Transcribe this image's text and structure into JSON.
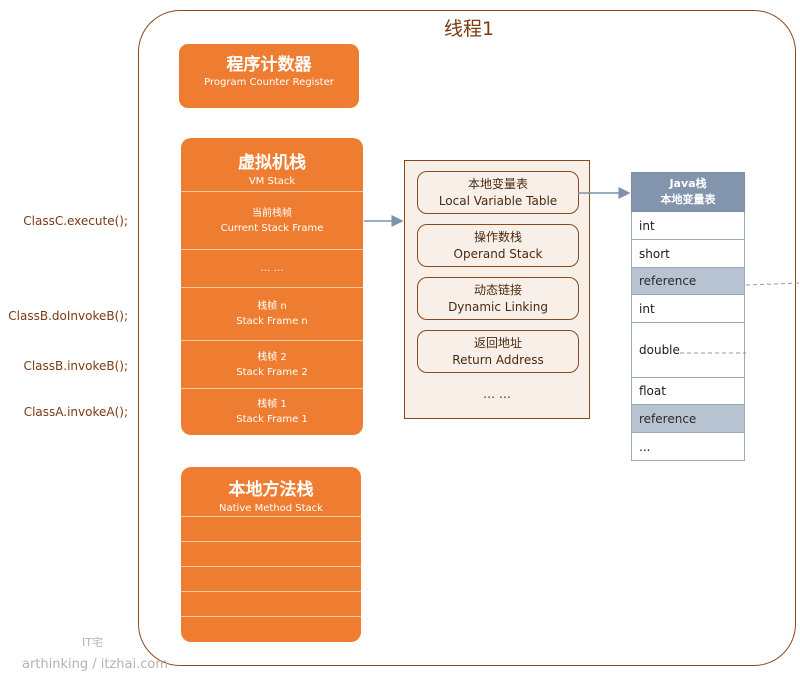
{
  "thread_title": "线程1",
  "pc_register": {
    "cn": "程序计数器",
    "en": "Program Counter Register"
  },
  "vm_stack": {
    "cn": "虚拟机栈",
    "en": "VM Stack",
    "frames": [
      {
        "cn": "当前栈帧",
        "en": "Current Stack Frame"
      },
      {
        "cn": "… …",
        "en": ""
      },
      {
        "cn": "栈帧 n",
        "en": "Stack Frame n"
      },
      {
        "cn": "栈帧 2",
        "en": "Stack Frame 2"
      },
      {
        "cn": "栈帧 1",
        "en": "Stack Frame 1"
      }
    ]
  },
  "native_stack": {
    "cn": "本地方法栈",
    "en": "Native Method Stack"
  },
  "frame_detail": {
    "items": [
      {
        "cn": "本地变量表",
        "en": "Local Variable Table"
      },
      {
        "cn": "操作数栈",
        "en": "Operand Stack"
      },
      {
        "cn": "动态链接",
        "en": "Dynamic Linking"
      },
      {
        "cn": "返回地址",
        "en": "Return Address"
      }
    ],
    "ellipsis": "… …"
  },
  "local_var_table": {
    "title_line1": "Java栈",
    "title_line2": "本地变量表",
    "slots": [
      "int",
      "short",
      "reference",
      "int",
      "double",
      "float",
      "reference",
      "..."
    ]
  },
  "calls": {
    "c_execute": "ClassC.execute();",
    "b_do_invoke": "ClassB.doInvokeB();",
    "b_invoke": "ClassB.invokeB();",
    "a_invoke": "ClassA.invokeA();"
  },
  "watermark": {
    "line1": "IT宅",
    "line2": "arthinking / itzhai.com"
  },
  "colors": {
    "orange": "#ee7d31",
    "brown": "#7a3a12",
    "slate": "#8295ad",
    "ref_slot": "#b8c3d1"
  }
}
